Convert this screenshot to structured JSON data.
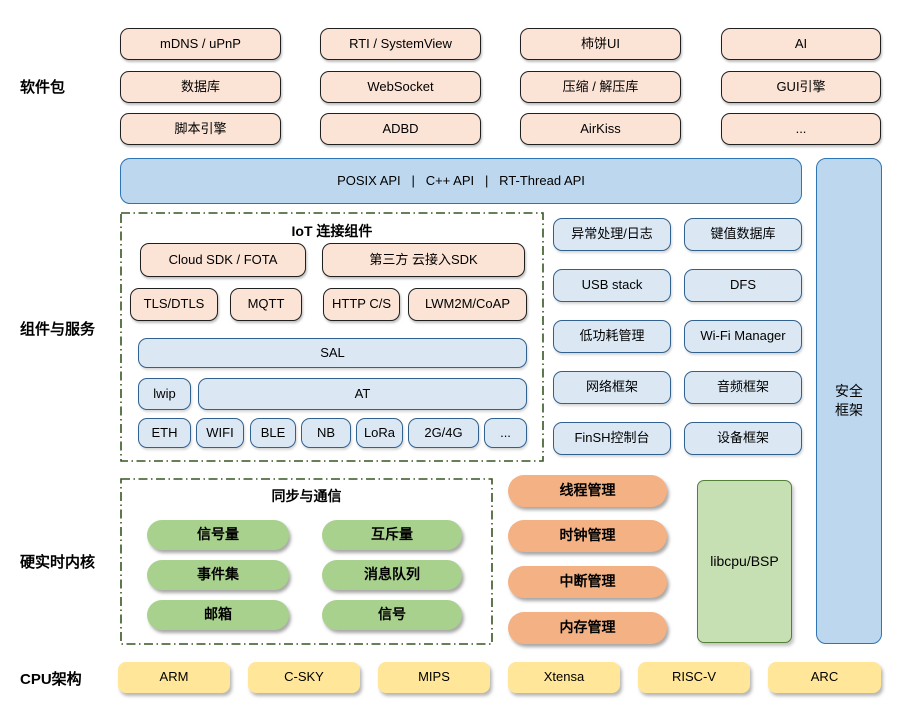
{
  "colors": {
    "peach_fill": "#fbe3d5",
    "blue_light_fill": "#dbe8f4",
    "blue_border": "#31618f",
    "blue_deep_fill": "#bcd7ee",
    "blue_deep_border": "#2e75b5",
    "green_fill": "#a9d18e",
    "green_light_fill": "#c6e0b4",
    "green_border": "#538135",
    "orange_fill": "#f4b183",
    "yellow_fill": "#ffe699",
    "dash_border": "#375623"
  },
  "layers": {
    "packages_label": "软件包",
    "components_label": "组件与服务",
    "kernel_label": "硬实时内核",
    "cpu_label": "CPU架构"
  },
  "packages": {
    "rows": [
      [
        "mDNS / uPnP",
        "RTI / SystemView",
        "柿饼UI",
        "AI"
      ],
      [
        "数据库",
        "WebSocket",
        "压缩 / 解压库",
        "GUI引擎"
      ],
      [
        "脚本引擎",
        "ADBD",
        "AirKiss",
        "..."
      ]
    ]
  },
  "api_bar": {
    "label": "POSIX API   |   C++ API   |   RT-Thread API"
  },
  "security": {
    "lines": [
      "安全",
      "框架"
    ]
  },
  "iot": {
    "title": "IoT 连接组件",
    "cloud_sdk": "Cloud SDK / FOTA",
    "third_party_sdk": "第三方 云接入SDK",
    "protocols": [
      "TLS/DTLS",
      "MQTT",
      "HTTP C/S",
      "LWM2M/CoAP"
    ],
    "sal": "SAL",
    "lwip": "lwip",
    "at": "AT",
    "links": [
      "ETH",
      "WIFI",
      "BLE",
      "NB",
      "LoRa",
      "2G/4G",
      "..."
    ]
  },
  "services": {
    "rows": [
      [
        "异常处理/日志",
        "键值数据库"
      ],
      [
        "USB stack",
        "DFS"
      ],
      [
        "低功耗管理",
        "Wi-Fi Manager"
      ],
      [
        "网络框架",
        "音频框架"
      ],
      [
        "FinSH控制台",
        "设备框架"
      ]
    ]
  },
  "kernel": {
    "sync_title": "同步与通信",
    "sync_rows": [
      [
        "信号量",
        "互斥量"
      ],
      [
        "事件集",
        "消息队列"
      ],
      [
        "邮箱",
        "信号"
      ]
    ],
    "managers": [
      "线程管理",
      "时钟管理",
      "中断管理",
      "内存管理"
    ],
    "libcpu": "libcpu/BSP"
  },
  "cpu": {
    "archs": [
      "ARM",
      "C-SKY",
      "MIPS",
      "Xtensa",
      "RISC-V",
      "ARC"
    ]
  }
}
